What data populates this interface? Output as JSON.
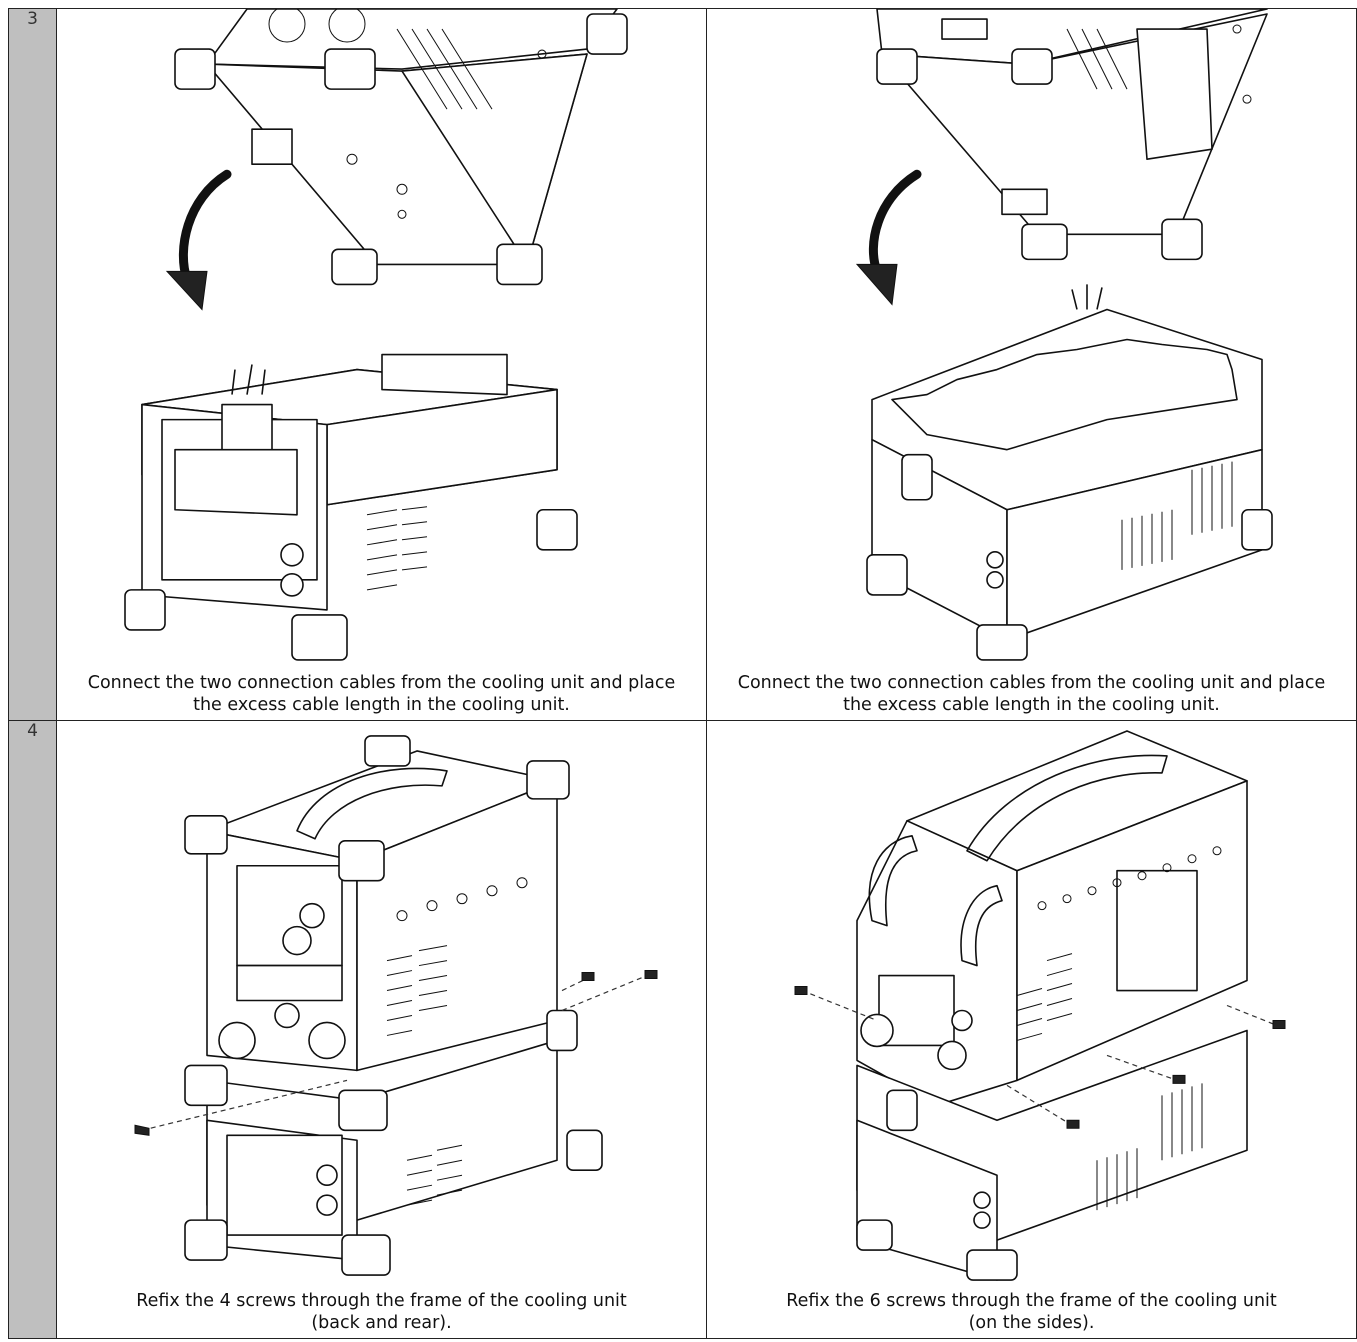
{
  "steps": [
    {
      "number": "3",
      "left_caption": "Connect the two connection cables from the cooling unit and place\nthe excess cable length in the cooling unit.",
      "right_caption": "Connect the two connection cables from the cooling unit and place\nthe excess cable length in the cooling unit."
    },
    {
      "number": "4",
      "left_caption": "Refix the 4 screws through the frame of the cooling unit\n(back and rear).",
      "right_caption": "Refix the 6 screws  through the frame of the cooling unit\n(on the sides)."
    }
  ],
  "icons": [
    "curved-arrow-icon",
    "screw-icon"
  ]
}
